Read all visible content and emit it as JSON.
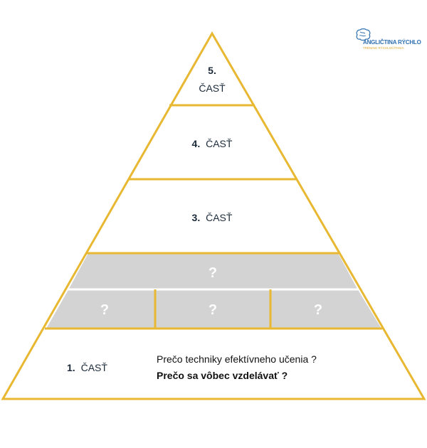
{
  "logo": {
    "title": "ANGLIČTINA RÝCHLO",
    "subtitle": "TRÉNING RÝCHLOČÍTANIA"
  },
  "pyramid": {
    "colors": {
      "outline": "#e8b832",
      "fill": "#ffffff",
      "hidden_fill": "#d3d3d3",
      "text": "#1b2a3a",
      "question_mark": "#ffffff"
    },
    "tier5": {
      "number": "5.",
      "label": "ČASŤ"
    },
    "tier4": {
      "number": "4.",
      "label": "ČASŤ"
    },
    "tier3": {
      "number": "3.",
      "label": "ČASŤ"
    },
    "hidden_top": {
      "mark": "?"
    },
    "hidden_cells": [
      {
        "mark": "?"
      },
      {
        "mark": "?"
      },
      {
        "mark": "?"
      }
    ],
    "tier1": {
      "number": "1.",
      "label": "ČASŤ",
      "line1": "Prečo techniky efektívneho učenia ?",
      "line2": "Prečo sa vôbec vzdelávať ?"
    }
  }
}
